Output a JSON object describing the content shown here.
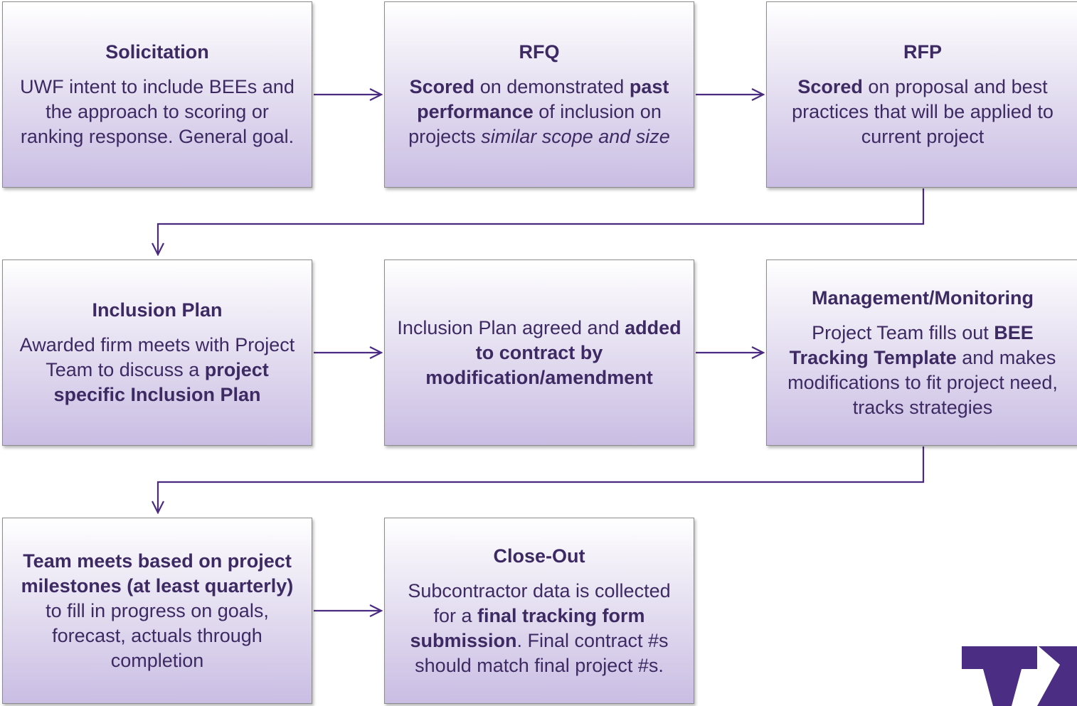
{
  "boxes": {
    "solicitation": {
      "title": "Solicitation",
      "body": [
        {
          "t": "UWF intent to include BEEs and the approach to scoring or ranking response.  General goal."
        }
      ]
    },
    "rfq": {
      "title": "RFQ",
      "body": [
        {
          "t": "Scored",
          "s": "b"
        },
        {
          "t": " on demonstrated "
        },
        {
          "t": "past performance",
          "s": "b"
        },
        {
          "t": " of inclusion on projects "
        },
        {
          "t": "similar scope and size",
          "s": "i"
        }
      ]
    },
    "rfp": {
      "title": "RFP",
      "body": [
        {
          "t": "Scored",
          "s": "b"
        },
        {
          "t": " on proposal and best practices that will be applied to current project"
        }
      ]
    },
    "inclusion_plan": {
      "title": "Inclusion Plan",
      "body": [
        {
          "t": "Awarded firm meets with Project Team to discuss a "
        },
        {
          "t": "project specific Inclusion Plan",
          "s": "b"
        }
      ]
    },
    "agreed": {
      "title": "",
      "body": [
        {
          "t": "Inclusion Plan agreed and "
        },
        {
          "t": "added to contract by modification/amendment",
          "s": "b"
        }
      ]
    },
    "monitoring": {
      "title": "Management/Monitoring",
      "body": [
        {
          "t": "Project Team fills out "
        },
        {
          "t": "BEE Tracking Template",
          "s": "b"
        },
        {
          "t": " and makes modifications to fit project need, tracks strategies"
        }
      ]
    },
    "team_meets": {
      "title": "",
      "body": [
        {
          "t": "Team meets based on project milestones (at least quarterly)",
          "s": "b"
        },
        {
          "t": " to fill in progress on goals, forecast, actuals through completion"
        }
      ]
    },
    "closeout": {
      "title": "Close-Out",
      "body": [
        {
          "t": "Subcontractor data is collected for a "
        },
        {
          "t": "final tracking form submission",
          "s": "b"
        },
        {
          "t": ".  Final contract #s should match final project #s."
        }
      ]
    }
  },
  "colors": {
    "text": "#3d2a63",
    "connector": "#4b2a82",
    "logo": "#4b2e83"
  },
  "logo": {
    "icon": "uw-w-logo-icon"
  }
}
